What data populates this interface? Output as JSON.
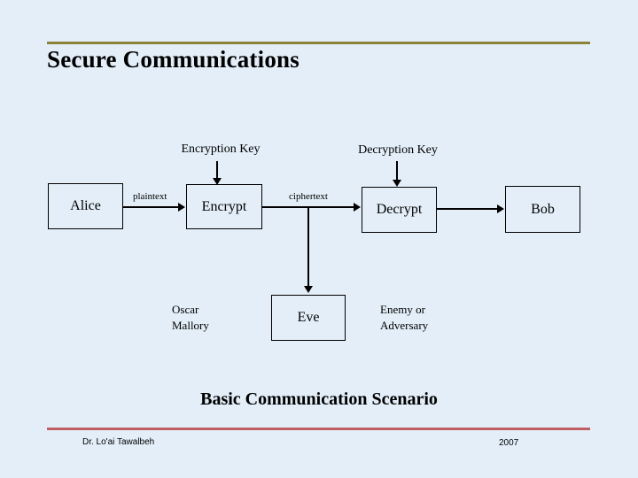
{
  "slide": {
    "title": "Secure Communications",
    "caption": "Basic Communication Scenario",
    "background_color": "#e3eef8",
    "top_rule_color": "#8b8339",
    "bottom_rule_color": "#bf5f63"
  },
  "diagram": {
    "nodes": [
      {
        "id": "alice",
        "label": "Alice"
      },
      {
        "id": "encrypt",
        "label": "Encrypt"
      },
      {
        "id": "decrypt",
        "label": "Decrypt"
      },
      {
        "id": "bob",
        "label": "Bob"
      },
      {
        "id": "eve",
        "label": "Eve"
      }
    ],
    "edge_labels": [
      {
        "id": "plaintext",
        "label": "plaintext"
      },
      {
        "id": "ciphertext",
        "label": "ciphertext"
      }
    ],
    "key_labels": [
      {
        "id": "encryption-key",
        "label": "Encryption Key"
      },
      {
        "id": "decryption-key",
        "label": "Decryption Key"
      }
    ],
    "side_labels": [
      {
        "id": "oscar-mallory",
        "line1": "Oscar",
        "line2": "Mallory"
      },
      {
        "id": "enemy-adversary",
        "line1": "Enemy or",
        "line2": "Adversary"
      }
    ]
  },
  "footer": {
    "author": "Dr. Lo'ai Tawalbeh",
    "year": "2007"
  }
}
